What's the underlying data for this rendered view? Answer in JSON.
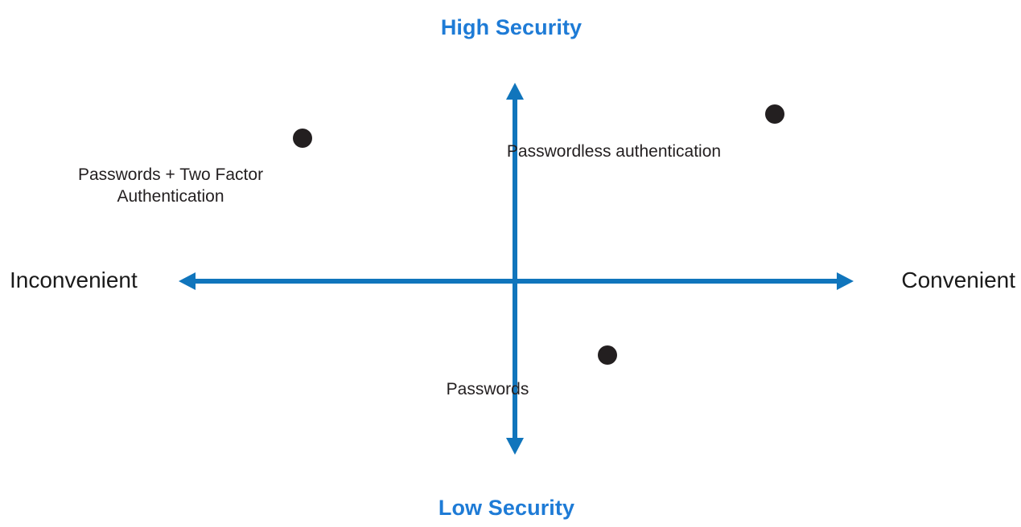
{
  "chart_data": {
    "type": "scatter",
    "title": "",
    "subtitle": "",
    "axes": {
      "vertical": {
        "positive_label": "High Security",
        "negative_label": "Low Security",
        "label_color": "#1E7BD6",
        "line_color": "#1075BC",
        "arrows": "both"
      },
      "horizontal": {
        "positive_label": "Convenient",
        "negative_label": "Inconvenient",
        "label_color": "#1a1a1a",
        "line_color": "#1075BC",
        "arrows": "both"
      }
    },
    "xlabel": "Inconvenient ↔ Convenient",
    "ylabel": "Low Security ↔ High Security",
    "xlim": [
      -1,
      1
    ],
    "ylim": [
      -1,
      1
    ],
    "grid": false,
    "legend": "none",
    "marker_color": "#231F20",
    "points": [
      {
        "name": "Passwords + Two Factor Authentication",
        "label": "Passwords + Two Factor\nAuthentication",
        "quadrant": "upper-left",
        "x": -0.63,
        "y": 0.72,
        "security": "high",
        "convenience": "inconvenient"
      },
      {
        "name": "Passwordless authentication",
        "label": "Passwordless authentication",
        "quadrant": "upper-right",
        "x": 0.77,
        "y": 0.9,
        "security": "high",
        "convenience": "convenient"
      },
      {
        "name": "Passwords",
        "label": "Passwords",
        "quadrant": "lower-right",
        "x": 0.27,
        "y": -0.43,
        "security": "low",
        "convenience": "convenient"
      }
    ]
  },
  "diagram": {
    "title_top": "High Security",
    "title_bottom": "Low Security",
    "label_left": "Inconvenient",
    "label_right": "Convenient",
    "points": {
      "two_factor": "Passwords + Two Factor\nAuthentication",
      "passwordless": "Passwordless authentication",
      "passwords": "Passwords"
    }
  },
  "colors": {
    "axis_blue": "#1075BC",
    "title_blue": "#1E7BD6",
    "marker_dark": "#231F20",
    "text_dark": "#1a1a1a",
    "background": "#ffffff"
  }
}
